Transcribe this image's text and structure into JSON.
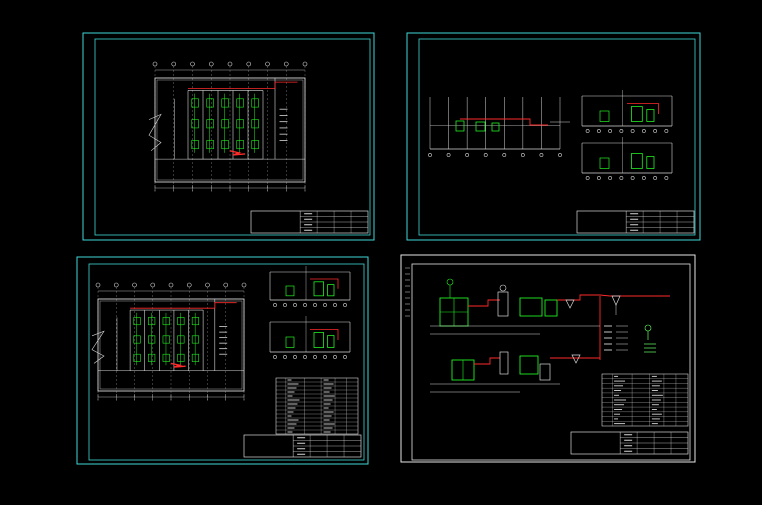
{
  "colors": {
    "background": "#000000",
    "sheet_frame": "#3fd9d9",
    "white_frame": "#e6e6e6",
    "line": "#d8d8d8",
    "equipment": "#22ee22",
    "pipe": "#ff2a2a",
    "highlight_green": "#66ff66"
  },
  "sheets": [
    {
      "id": "sheet-1",
      "frame": "cyan",
      "view": "floor-plan"
    },
    {
      "id": "sheet-2",
      "frame": "cyan",
      "view": "sections"
    },
    {
      "id": "sheet-3",
      "frame": "cyan",
      "view": "floor-plan-with-sections"
    },
    {
      "id": "sheet-4",
      "frame": "white",
      "view": "process-flow"
    }
  ]
}
